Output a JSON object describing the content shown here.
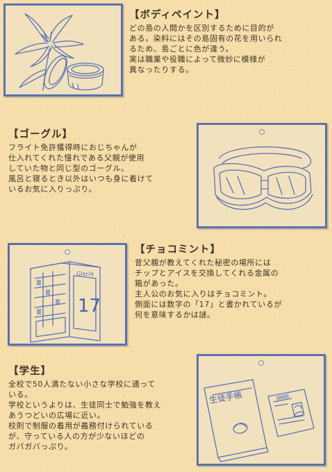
{
  "sections": [
    {
      "title": "【ボディペイント】",
      "lines": [
        "どの島の人間かを区別するために目的が",
        "ある。染料にはその島固有の花を用いられ",
        "るため、島ごとに色が違う。",
        "実は職業や役職によって微妙に模様が",
        "異なったりする。"
      ],
      "icon": "lily-flower-and-paint-jar-sketch"
    },
    {
      "title": "【ゴーグル】",
      "lines": [
        "フライト免許獲得時におじちゃんが",
        "仕入れてくれた憧れである父親が使用",
        "していた物と同じ型のゴーグル。",
        "風呂と寝るとき以外はいつも身に着けて",
        "いるお気に入りっぷり。"
      ],
      "icon": "goggles-sketch"
    },
    {
      "title": "【チョコミント】",
      "lines": [
        "昔父親が教えてくれた秘密の場所には",
        "チップとアイスを交換してくれる金属の",
        "箱があった。",
        "主人公のお気に入りはチョコミント。",
        "側面には数字の「17」と書かれているが",
        "何を意味するかは謎。"
      ],
      "icon": "vending-machine-sketch",
      "sketch_text": {
        "brand": "Glacia",
        "number": "17"
      }
    },
    {
      "title": "【学生】",
      "lines": [
        "全校で50人満たない小さな学校に通って",
        "いる。",
        "学校というよりは、生徒同士で勉強を教え",
        "あうつどいの広場に近い。",
        "校則で制服の着用が義務付けられている",
        "が、守っている人の方が少ないほどの",
        "ガバガバっぷり。"
      ],
      "icon": "student-handbook-and-id-card-sketch",
      "sketch_text": {
        "book_label": "生徒手帳"
      }
    }
  ],
  "colors": {
    "background": "#f6deaa",
    "frame_border": "#5c6fb0",
    "sketch_line": "#5a6fb8",
    "text": "#3c3428"
  }
}
